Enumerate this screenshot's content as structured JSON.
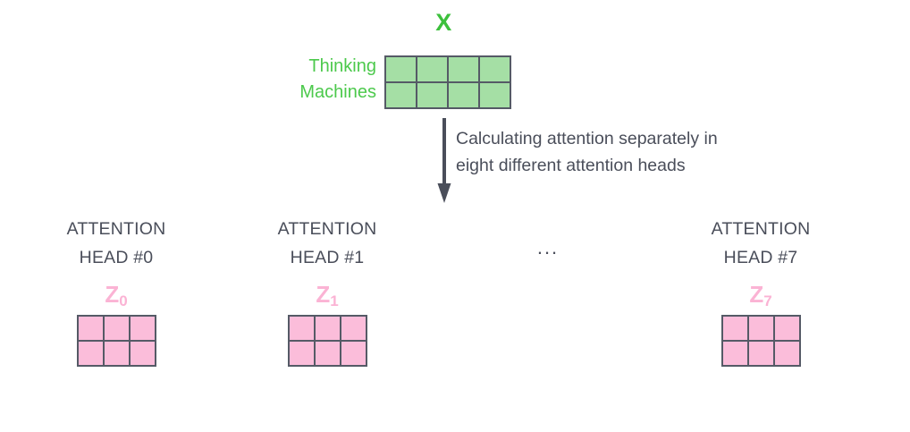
{
  "input": {
    "title": "X",
    "title_color": "#3cc03c",
    "row_labels": [
      "Thinking",
      "Machines"
    ],
    "label_color": "#4cc94c",
    "matrix": {
      "rows": 2,
      "cols": 4,
      "fill_color": "#a5dfa5",
      "border_color": "#555a66"
    }
  },
  "flow": {
    "arrow_color": "#4a4e5a",
    "caption_lines": [
      "Calculating attention separately in",
      "eight different attention heads"
    ],
    "caption_color": "#4a4e5a"
  },
  "heads": [
    {
      "title_lines": [
        "ATTENTION",
        "HEAD #0"
      ],
      "z_label": "Z",
      "z_subscript": "0",
      "matrix": {
        "rows": 2,
        "cols": 3,
        "fill_color": "#fbbdda",
        "border_color": "#555a66"
      }
    },
    {
      "title_lines": [
        "ATTENTION",
        "HEAD #1"
      ],
      "z_label": "Z",
      "z_subscript": "1",
      "matrix": {
        "rows": 2,
        "cols": 3,
        "fill_color": "#fbbdda",
        "border_color": "#555a66"
      }
    },
    {
      "title_lines": [
        "ATTENTION",
        "HEAD #7"
      ],
      "z_label": "Z",
      "z_subscript": "7",
      "matrix": {
        "rows": 2,
        "cols": 3,
        "fill_color": "#fbbdda",
        "border_color": "#555a66"
      }
    }
  ],
  "ellipsis": "...",
  "palette": {
    "background": "#ffffff",
    "green_text": "#4cc94c",
    "green_cell": "#a5dfa5",
    "pink_text": "#fbb3d4",
    "pink_cell": "#fbbdda",
    "slate": "#4a4e5a",
    "cell_border": "#555a66"
  }
}
